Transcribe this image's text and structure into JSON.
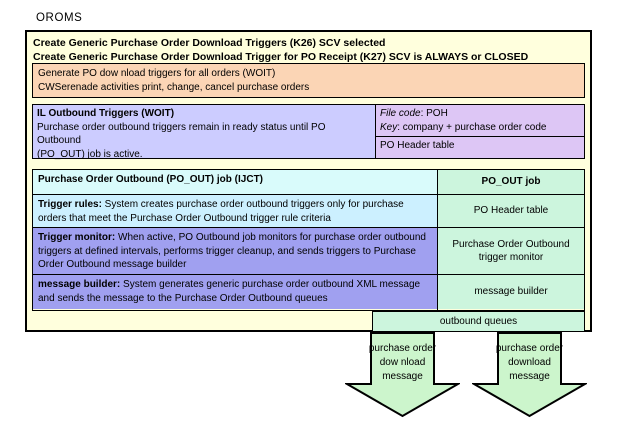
{
  "diagram": {
    "caption": "OROMS",
    "header": {
      "line1": "Create Generic Purchase Order Download Triggers (K26) SCV selected",
      "line2": "Create Generic Purchase Order Download Trigger for PO Receipt (K27) SCV is ALWAYS or CLOSED"
    },
    "generate_box": {
      "line1": "Generate PO dow nload triggers for all orders (WOIT)",
      "line2": "CWSerenade activities print, change, cancel purchase orders",
      "color": "#fbd5b5"
    },
    "woit": {
      "title": "IL Outbound Triggers (WOIT)",
      "body_line1": "Purchase order outbound triggers remain in ready status until PO Outbound",
      "body_line2": "(PO_OUT) job is active.",
      "color": "#ccccff",
      "meta": {
        "file_code_label": "File code",
        "file_code_value": ": POH",
        "key_label": "Key",
        "key_value": ": company + purchase order code",
        "table": "PO Header table",
        "color": "#ddc6f5"
      }
    },
    "poout": {
      "rows": [
        {
          "lead": "",
          "text": "Purchase Order Outbound (PO_OUT) job (IJCT)",
          "bold": true,
          "color": "#d9fbfb",
          "right": "PO_OUT job",
          "right_bold": true
        },
        {
          "lead": "Trigger rules:",
          "text": " System creates purchase order outbound  triggers only for purchase orders that meet the Purchase Order Outbound trigger rule criteria",
          "bold": false,
          "color": "#ccf0ff",
          "right": "PO Header  table",
          "right_bold": false
        },
        {
          "lead": "Trigger monitor:",
          "text": " When active, PO Outbound job monitors for purchase order outbound triggers at defined intervals, performs trigger cleanup, and sends triggers to Purchase Order Outbound message builder",
          "bold": false,
          "color": "#a0a0f0",
          "right": "Purchase Order Outbound trigger monitor",
          "right_bold": false
        },
        {
          "lead": "message builder:",
          "text": " System generates generic purchase order outbound XML  message and sends the message to the Purchase Order Outbound queues",
          "bold": false,
          "color": "#a0a0f0",
          "right": "message builder",
          "right_bold": false
        }
      ],
      "right_column_color": "#ccf5dd"
    },
    "outbound_queues": {
      "label": "outbound queues",
      "color": "#ccf5dd"
    },
    "arrows": [
      {
        "line1": "purchase order",
        "line2": "dow nload",
        "line3": "message",
        "color": "#ccf5cc"
      },
      {
        "line1": "purchase order",
        "line2": "download",
        "line3": "message",
        "color": "#ccf5cc"
      }
    ],
    "frame_color": "#ffffdd"
  }
}
